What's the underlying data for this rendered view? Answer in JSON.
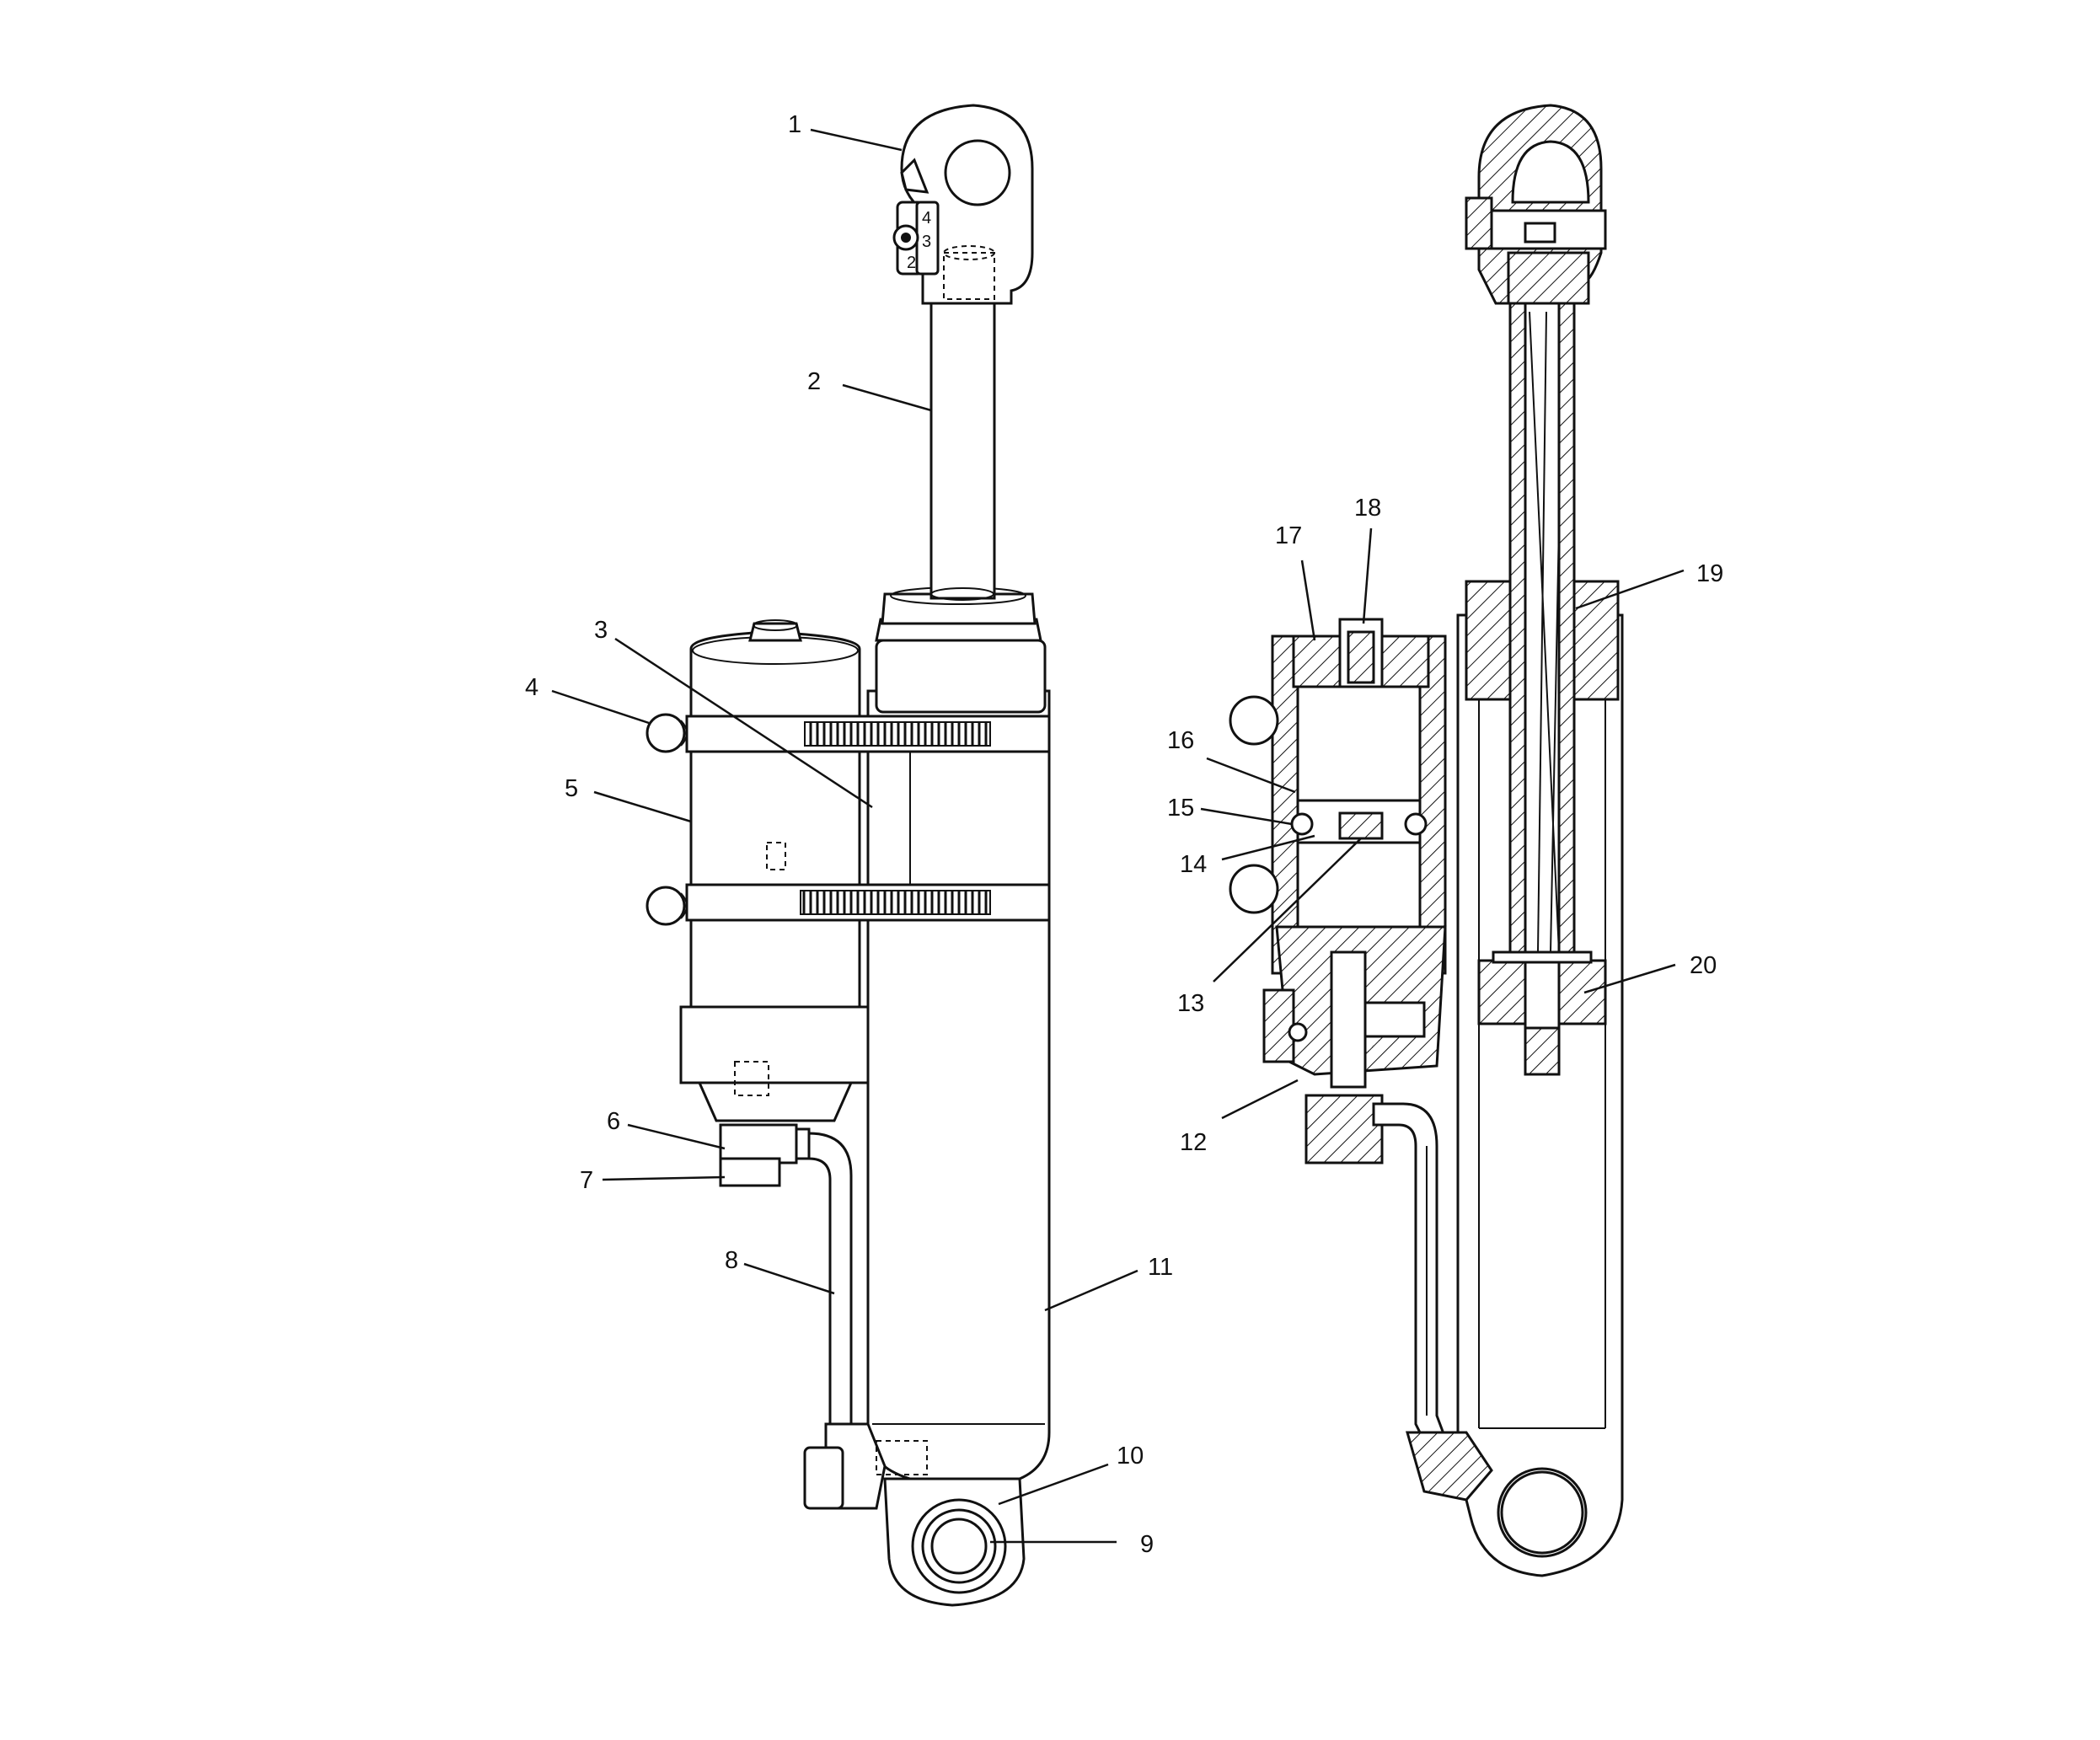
{
  "callouts": [
    {
      "id": "1",
      "label": "1"
    },
    {
      "id": "2",
      "label": "2"
    },
    {
      "id": "3",
      "label": "3"
    },
    {
      "id": "4",
      "label": "4"
    },
    {
      "id": "5",
      "label": "5"
    },
    {
      "id": "6",
      "label": "6"
    },
    {
      "id": "7",
      "label": "7"
    },
    {
      "id": "8",
      "label": "8"
    },
    {
      "id": "9",
      "label": "9"
    },
    {
      "id": "10",
      "label": "10"
    },
    {
      "id": "11",
      "label": "11"
    },
    {
      "id": "12",
      "label": "12"
    },
    {
      "id": "13",
      "label": "13"
    },
    {
      "id": "14",
      "label": "14"
    },
    {
      "id": "15",
      "label": "15"
    },
    {
      "id": "16",
      "label": "16"
    },
    {
      "id": "17",
      "label": "17"
    },
    {
      "id": "18",
      "label": "18"
    },
    {
      "id": "19",
      "label": "19"
    },
    {
      "id": "20",
      "label": "20"
    }
  ],
  "adjuster_marks": [
    "2",
    "3",
    "4"
  ]
}
